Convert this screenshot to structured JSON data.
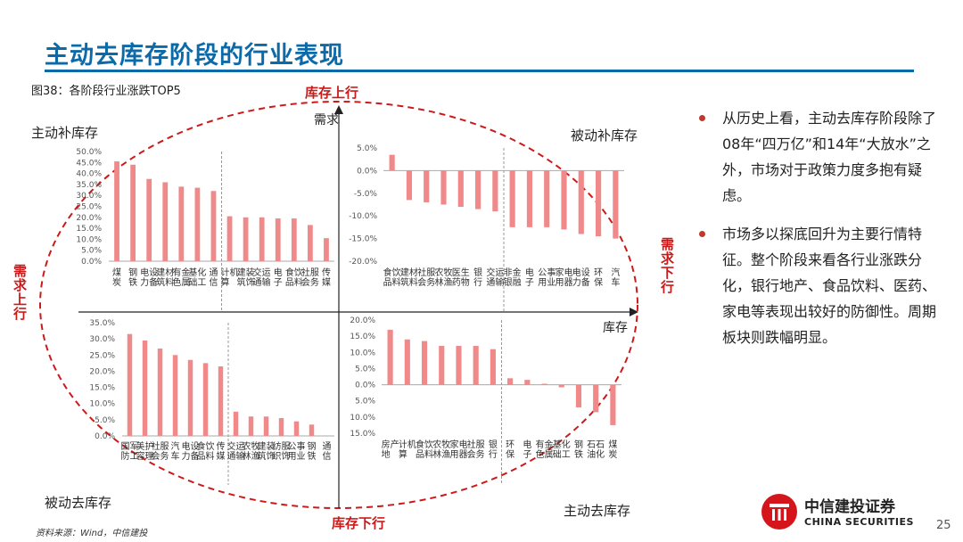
{
  "header": {
    "title": "主动去库存阶段的行业表现",
    "figure_label": "图38：各阶段行业涨跌TOP5"
  },
  "diagram": {
    "top_label": "库存上行",
    "bottom_label": "库存下行",
    "left_label": "需求上行",
    "right_label": "需求下行",
    "y_axis_word": "需求",
    "x_axis_word": "库存",
    "quadrants": {
      "tl": "主动补库存",
      "tr": "被动补库存",
      "bl": "被动去库存",
      "br": "主动去库存"
    }
  },
  "colors": {
    "bar": "#f08a8a",
    "accent_blue": "#0c6aa8",
    "dashed_red": "#cc1a1a"
  },
  "chart_data": [
    {
      "type": "bar",
      "panel": "主动补库存",
      "categories": [
        "煤炭",
        "钢铁",
        "电力设备",
        "建筑材料",
        "有色金属",
        "基础化工",
        "通信",
        "计算机",
        "建筑装饰",
        "交通运输",
        "电子",
        "食品饮料",
        "社会服务",
        "传媒"
      ],
      "values": [
        45.5,
        44.0,
        37.5,
        36.0,
        34.0,
        33.5,
        32.0,
        20.5,
        20.0,
        20.0,
        19.5,
        19.5,
        16.5,
        10.5
      ],
      "yticks": [
        "50.0%",
        "45.0%",
        "40.0%",
        "35.0%",
        "30.0%",
        "25.0%",
        "20.0%",
        "15.0%",
        "10.0%",
        "5.0%",
        "0.0%"
      ],
      "ylim": [
        0,
        50
      ]
    },
    {
      "type": "bar",
      "panel": "被动补库存",
      "categories": [
        "食品饮料",
        "建筑材料",
        "社会服务",
        "农林牧渔",
        "医药生物",
        "银行",
        "交通运输",
        "非银金融",
        "电子",
        "公用事业",
        "家用电器",
        "电力设备",
        "环保",
        "汽车"
      ],
      "values": [
        3.5,
        -6.5,
        -7.0,
        -7.5,
        -8.0,
        -8.5,
        -9.0,
        -12.5,
        -12.5,
        -12.5,
        -13.0,
        -14.0,
        -14.5,
        -15.0
      ],
      "yticks": [
        "5.0%",
        "0.0%",
        "-5.0%",
        "-10.0%",
        "-15.0%",
        "-20.0%"
      ],
      "ylim": [
        -20,
        5
      ]
    },
    {
      "type": "bar",
      "panel": "被动去库存",
      "categories": [
        "国防军工",
        "美容护理",
        "社会服务",
        "汽车",
        "电力设备",
        "食品饮料",
        "传媒",
        "交通运输",
        "农林牧渔",
        "建筑装饰",
        "纺织服饰",
        "公用事业",
        "钢铁",
        "通信"
      ],
      "values": [
        31.5,
        29.5,
        27.0,
        25.0,
        23.5,
        22.5,
        21.5,
        7.5,
        6.0,
        6.0,
        5.5,
        4.5,
        3.5,
        0
      ],
      "yticks": [
        "35.0%",
        "30.0%",
        "25.0%",
        "20.0%",
        "15.0%",
        "10.0%",
        "5.0%",
        "0.0%"
      ],
      "ylim": [
        0,
        35
      ]
    },
    {
      "type": "bar",
      "panel": "主动去库存",
      "categories": [
        "房地产",
        "计算机",
        "食品饮料",
        "农林牧渔",
        "家用电器",
        "社会服务",
        "银行",
        "环保",
        "电子",
        "有色金属",
        "基础化工",
        "钢铁",
        "石油石化",
        "煤炭"
      ],
      "values": [
        17.0,
        14.0,
        13.5,
        12.0,
        12.0,
        12.0,
        11.0,
        2.0,
        1.5,
        0.3,
        -0.8,
        -7.0,
        -8.5,
        -12.5
      ],
      "yticks": [
        "20.0%",
        "15.0%",
        "10.0%",
        "5.0%",
        "0.0%",
        "5.0%",
        "10.0%",
        "15.0%"
      ],
      "ylim": [
        -15,
        20
      ]
    }
  ],
  "bullets": [
    "从历史上看，主动去库存阶段除了08年“四万亿”和14年“大放水”之外，市场对于政策力度多抱有疑虑。",
    "市场多以探底回升为主要行情特征。整个阶段来看各行业涨跌分化，银行地产、食品饮料、医药、家电等表现出较好的防御性。周期板块则跌幅明显。"
  ],
  "footer": {
    "source": "资料来源：Wind，中信建投",
    "page_number": "25",
    "logo_cn": "中信建投证券",
    "logo_en": "CHINA SECURITIES"
  }
}
